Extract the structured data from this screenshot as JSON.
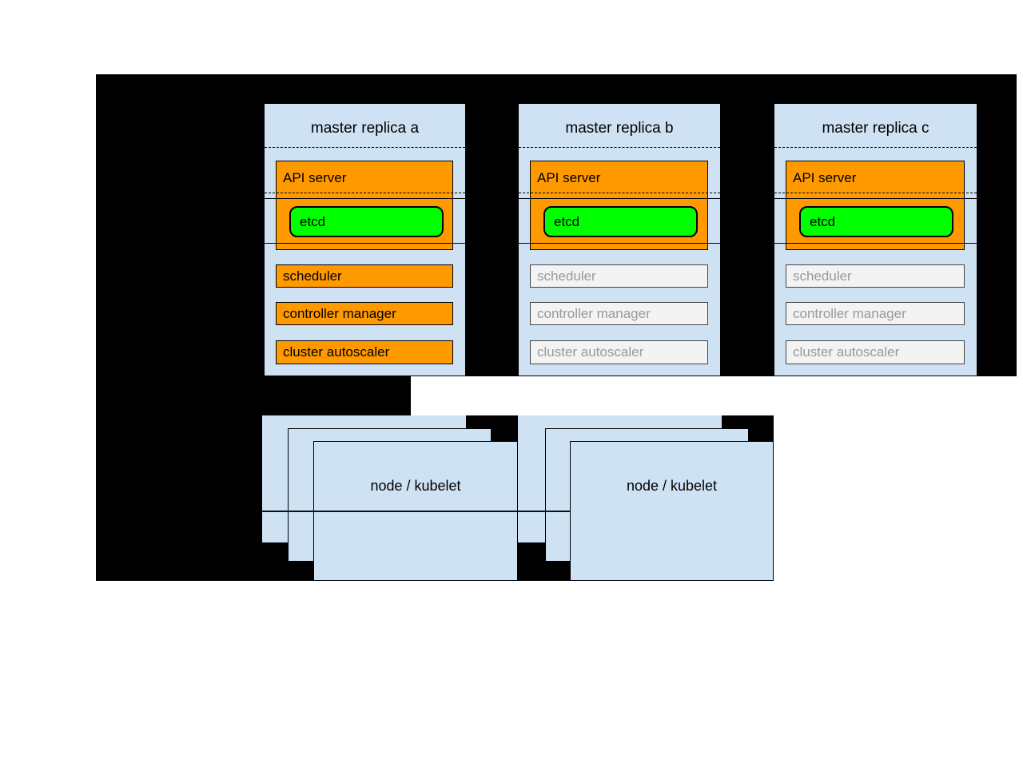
{
  "masters": [
    {
      "title": "master replica a",
      "api_server": "API server",
      "etcd": "etcd",
      "scheduler": "scheduler",
      "controller_manager": "controller manager",
      "cluster_autoscaler": "cluster autoscaler",
      "components_active": true
    },
    {
      "title": "master replica b",
      "api_server": "API server",
      "etcd": "etcd",
      "scheduler": "scheduler",
      "controller_manager": "controller manager",
      "cluster_autoscaler": "cluster autoscaler",
      "components_active": false
    },
    {
      "title": "master replica c",
      "api_server": "API server",
      "etcd": "etcd",
      "scheduler": "scheduler",
      "controller_manager": "controller manager",
      "cluster_autoscaler": "cluster autoscaler",
      "components_active": false
    }
  ],
  "nodes": [
    {
      "label": "node / kubelet"
    },
    {
      "label": "node / kubelet"
    }
  ],
  "colors": {
    "canvas_black": "#000000",
    "page_white": "#ffffff",
    "box_blue": "#cfe2f3",
    "active_orange": "#ff9900",
    "etcd_green": "#00ff00",
    "inactive_fill": "#f3f3f3",
    "inactive_text": "#999999",
    "line_black": "#000000"
  }
}
